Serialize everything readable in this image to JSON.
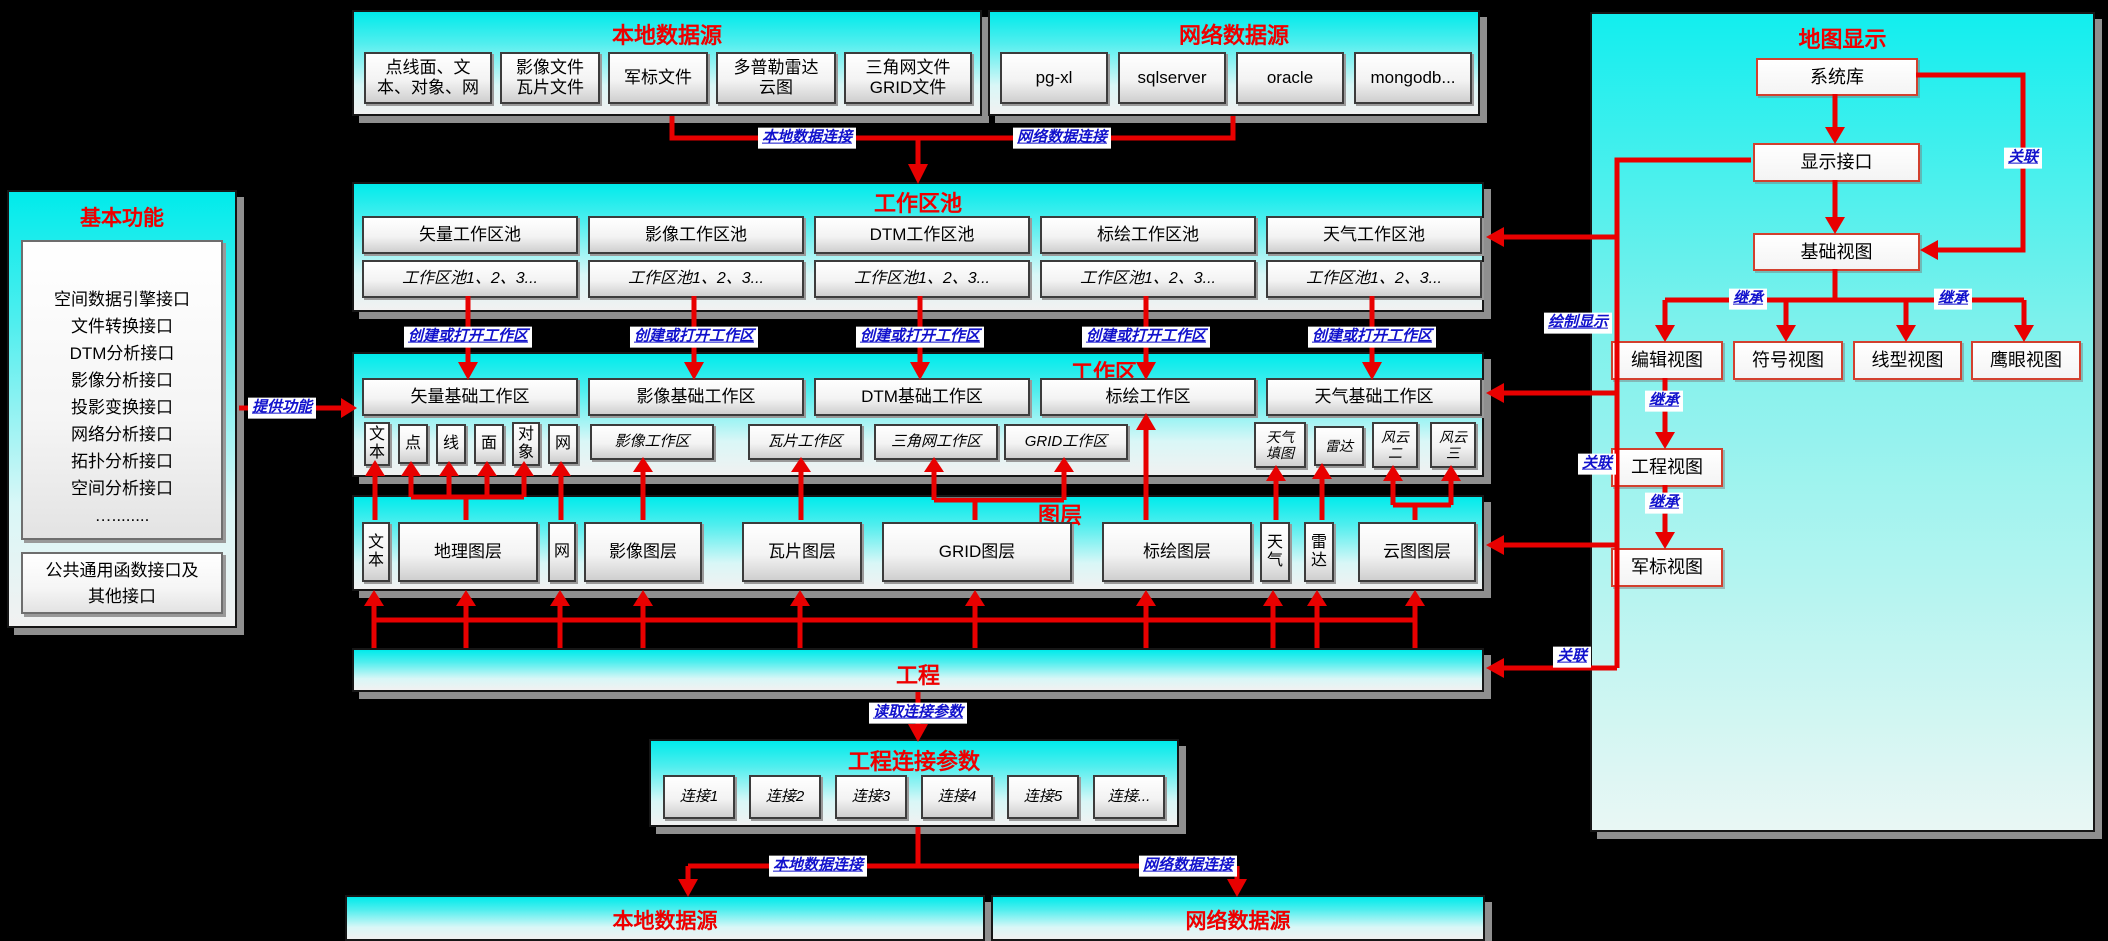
{
  "panels": {
    "local_source": {
      "title": "本地数据源",
      "items": [
        "点线面、文\n本、对象、网",
        "影像文件\n瓦片文件",
        "军标文件",
        "多普勒雷达\n云图",
        "三角网文件\nGRID文件"
      ]
    },
    "net_source": {
      "title": "网络数据源",
      "items": [
        "pg-xl",
        "sqlserver",
        "oracle",
        "mongodb..."
      ]
    },
    "basic_functions": {
      "title": "基本功能",
      "interface_list": [
        "空间数据引擎接口",
        "文件转换接口",
        "DTM分析接口",
        "影像分析接口",
        "投影变换接口",
        "网络分析接口",
        "拓扑分析接口",
        "空间分析接口",
        "…........"
      ],
      "common_box": "公共通用函数接口及\n其他接口"
    },
    "workspace_pool": {
      "title": "工作区池",
      "pools": [
        "矢量工作区池",
        "影像工作区池",
        "DTM工作区池",
        "标绘工作区池",
        "天气工作区池"
      ],
      "instances": "工作区池1、2、3..."
    },
    "workspace": {
      "title": "工作区",
      "areas": [
        "矢量基础工作区",
        "影像基础工作区",
        "DTM基础工作区",
        "标绘工作区",
        "天气基础工作区"
      ],
      "vector_items": [
        "文本",
        "点",
        "线",
        "面",
        "对象",
        "网"
      ],
      "sub_items": [
        "影像工作区",
        "瓦片工作区",
        "三角网工作区",
        "GRID工作区"
      ],
      "weather_items": [
        "天气\n填图",
        "雷达",
        "风云\n二",
        "风云\n三"
      ]
    },
    "layers": {
      "title": "图层",
      "items": [
        "文本",
        "地理图层",
        "网",
        "影像图层",
        "瓦片图层",
        "GRID图层",
        "标绘图层",
        "天气",
        "雷达",
        "云图图层"
      ]
    },
    "project": {
      "title": "工程"
    },
    "project_conn": {
      "title": "工程连接参数",
      "items": [
        "连接1",
        "连接2",
        "连接3",
        "连接4",
        "连接5",
        "连接..."
      ]
    },
    "bottom_local": {
      "title": "本地数据源"
    },
    "bottom_net": {
      "title": "网络数据源"
    },
    "map_display": {
      "title": "地图显示",
      "nodes": [
        "系统库",
        "显示接口",
        "基础视图",
        "编辑视图",
        "符号视图",
        "线型视图",
        "鹰眼视图",
        "工程视图",
        "军标视图"
      ]
    }
  },
  "labels": {
    "local_conn": "本地数据连接",
    "net_conn": "网络数据连接",
    "create_open": "创建或打开工作区",
    "provide": "提供功能",
    "draw_display": "绘制显示",
    "assoc": "关联",
    "inherit": "继承",
    "read_params": "读取连接参数"
  },
  "colors": {
    "accent_red": "#ee0000",
    "label_blue": "#1212cc",
    "cyan": "#00ebeb"
  }
}
